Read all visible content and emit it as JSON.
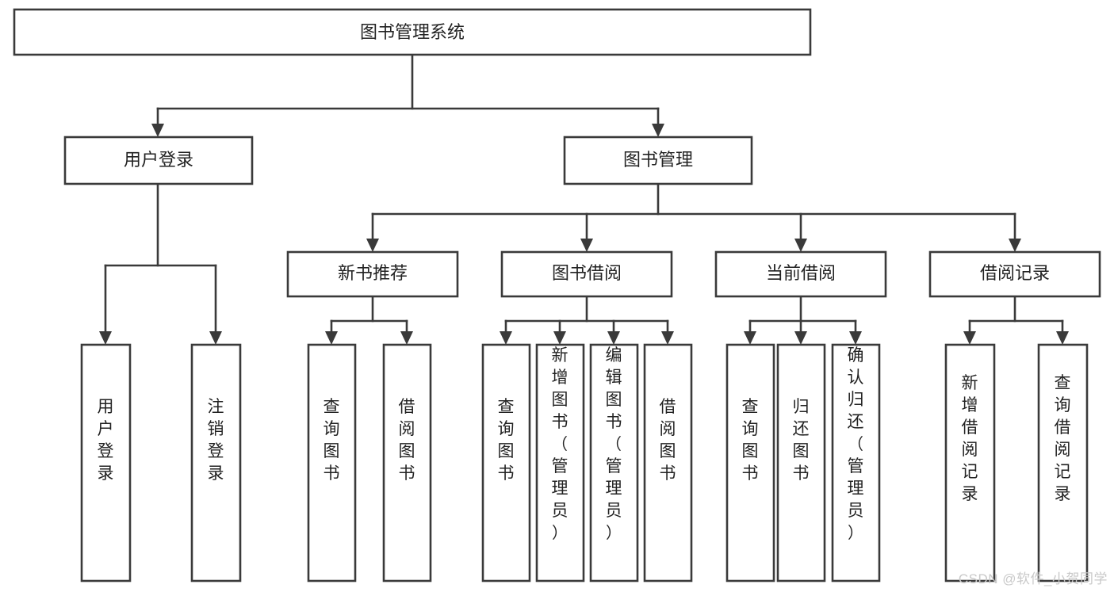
{
  "diagram": {
    "type": "tree",
    "title": "图书管理系统",
    "watermark": "CSDN @软件_小贺同学",
    "root": {
      "id": "root",
      "label": "图书管理系统",
      "orientation": "horizontal"
    },
    "level1": [
      {
        "id": "user-login",
        "label": "用户登录",
        "orientation": "horizontal"
      },
      {
        "id": "book-manage",
        "label": "图书管理",
        "orientation": "horizontal"
      }
    ],
    "level2": [
      {
        "id": "new-book-rec",
        "label": "新书推荐",
        "parent": "book-manage",
        "orientation": "horizontal"
      },
      {
        "id": "book-borrow",
        "label": "图书借阅",
        "parent": "book-manage",
        "orientation": "horizontal"
      },
      {
        "id": "current-borrow",
        "label": "当前借阅",
        "parent": "book-manage",
        "orientation": "horizontal"
      },
      {
        "id": "borrow-record",
        "label": "借阅记录",
        "parent": "book-manage",
        "orientation": "horizontal"
      }
    ],
    "leaves": [
      {
        "id": "leaf-user-login",
        "label": "用户登录",
        "parent": "user-login",
        "orientation": "vertical"
      },
      {
        "id": "leaf-logout",
        "label": "注销登录",
        "parent": "user-login",
        "orientation": "vertical"
      },
      {
        "id": "leaf-query-book-1",
        "label": "查询图书",
        "parent": "new-book-rec",
        "orientation": "vertical"
      },
      {
        "id": "leaf-borrow-book-1",
        "label": "借阅图书",
        "parent": "new-book-rec",
        "orientation": "vertical"
      },
      {
        "id": "leaf-query-book-2",
        "label": "查询图书",
        "parent": "book-borrow",
        "orientation": "vertical"
      },
      {
        "id": "leaf-add-book",
        "label": "新增图书（管理员）",
        "parent": "book-borrow",
        "orientation": "vertical"
      },
      {
        "id": "leaf-edit-book",
        "label": "编辑图书（管理员）",
        "parent": "book-borrow",
        "orientation": "vertical"
      },
      {
        "id": "leaf-borrow-book-2",
        "label": "借阅图书",
        "parent": "book-borrow",
        "orientation": "vertical"
      },
      {
        "id": "leaf-query-book-3",
        "label": "查询图书",
        "parent": "current-borrow",
        "orientation": "vertical"
      },
      {
        "id": "leaf-return-book",
        "label": "归还图书",
        "parent": "current-borrow",
        "orientation": "vertical"
      },
      {
        "id": "leaf-confirm-return",
        "label": "确认归还（管理员）",
        "parent": "current-borrow",
        "orientation": "vertical"
      },
      {
        "id": "leaf-add-record",
        "label": "新增借阅记录",
        "parent": "borrow-record",
        "orientation": "vertical"
      },
      {
        "id": "leaf-query-record",
        "label": "查询借阅记录",
        "parent": "borrow-record",
        "orientation": "vertical"
      }
    ],
    "colors": {
      "stroke": "#3a3a3a",
      "fill": "#ffffff",
      "text": "#222222",
      "watermark": "#c9c9c9"
    }
  }
}
